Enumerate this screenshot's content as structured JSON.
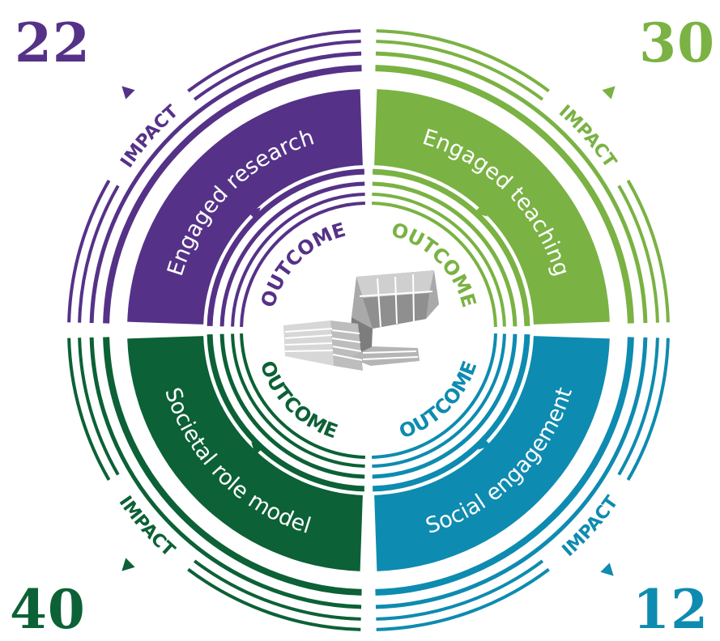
{
  "quadrants": [
    {
      "id": "tl",
      "number": "22",
      "label": "Engaged research",
      "color": "#553288",
      "outcome": "OUTCOME",
      "impact": "IMPACT"
    },
    {
      "id": "tr",
      "number": "30",
      "label": "Engaged teaching",
      "color": "#7ab243",
      "outcome": "OUTCOME",
      "impact": "IMPACT"
    },
    {
      "id": "br",
      "number": "12",
      "label": "Social engagement",
      "color": "#0e8bb0",
      "outcome": "OUTCOME",
      "impact": "IMPACT"
    },
    {
      "id": "bl",
      "number": "40",
      "label": "Societal role model",
      "color": "#0c6136",
      "outcome": "OUTCOME",
      "impact": "IMPACT"
    }
  ],
  "center": {
    "icon": "building-icon"
  }
}
